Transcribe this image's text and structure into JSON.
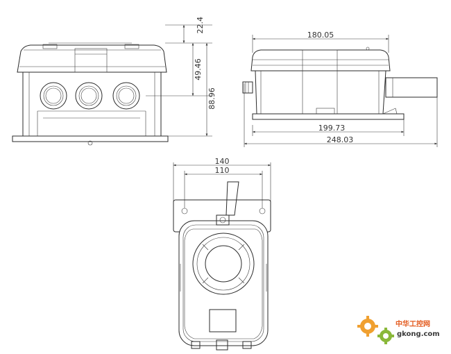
{
  "front_view": {
    "dim_top": "22.4",
    "dim_middle": "49.46",
    "dim_height": "88.96"
  },
  "side_view": {
    "dim_top_length": "180.05",
    "dim_base_length": "199.73",
    "dim_total_length": "248.03"
  },
  "top_view": {
    "dim_outer_width": "140",
    "dim_inner_width": "110"
  },
  "watermark": {
    "text_cn": "中华工控网",
    "text_en": "gkong.com"
  }
}
